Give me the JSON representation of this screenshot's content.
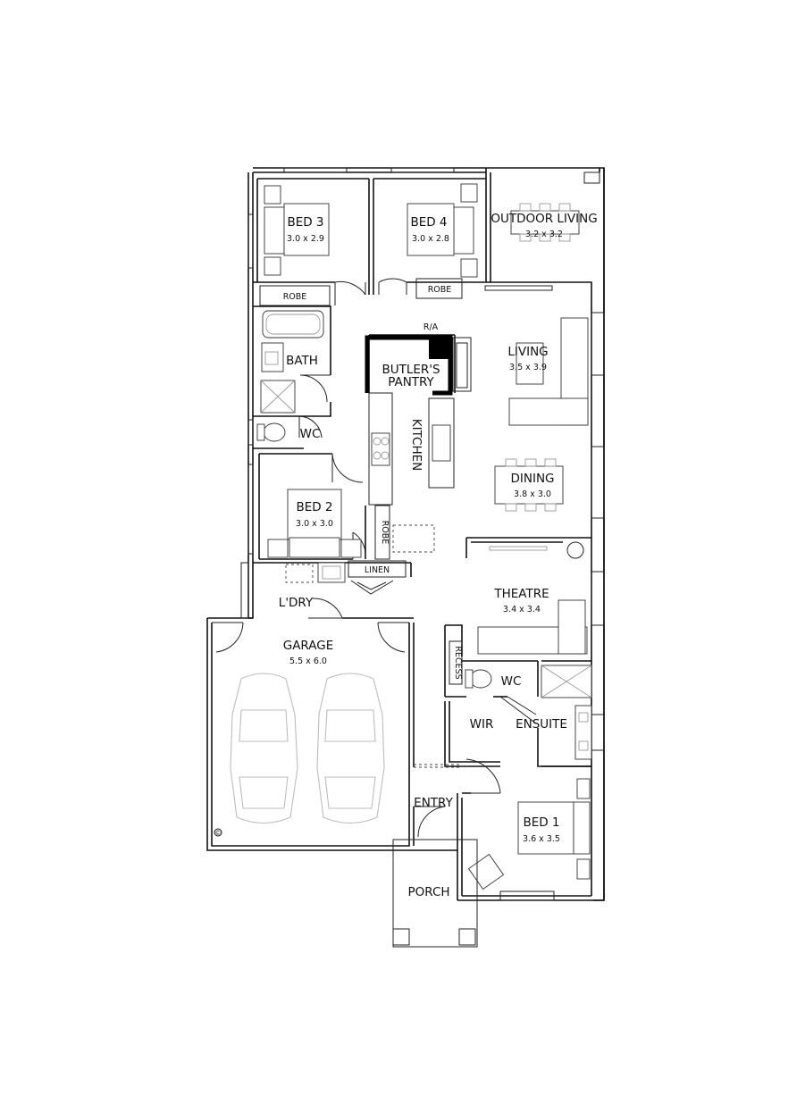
{
  "rooms": {
    "bed3": {
      "name": "BED 3",
      "dim": "3.0 x 2.9"
    },
    "bed4": {
      "name": "BED 4",
      "dim": "3.0 x 2.8"
    },
    "outdoor": {
      "name": "OUTDOOR LIVING",
      "dim": "3.2 x 3.2"
    },
    "living": {
      "name": "LIVING",
      "dim": "3.5 x 3.9"
    },
    "dining": {
      "name": "DINING",
      "dim": "3.8 x 3.0"
    },
    "theatre": {
      "name": "THEATRE",
      "dim": "3.4 x 3.4"
    },
    "bed2": {
      "name": "BED 2",
      "dim": "3.0 x 3.0"
    },
    "garage": {
      "name": "GARAGE",
      "dim": "5.5 x 6.0"
    },
    "bed1": {
      "name": "BED 1",
      "dim": "3.6 x 3.5"
    },
    "bath": {
      "name": "BATH"
    },
    "wc_left": {
      "name": "WC"
    },
    "wc_right": {
      "name": "WC"
    },
    "kitchen": {
      "name": "KITCHEN"
    },
    "butlers_line1": {
      "name": "BUTLER'S"
    },
    "butlers_line2": {
      "name": "PANTRY"
    },
    "laundry": {
      "name": "L'DRY"
    },
    "entry": {
      "name": "ENTRY"
    },
    "porch": {
      "name": "PORCH"
    },
    "wir": {
      "name": "WIR"
    },
    "ensuite": {
      "name": "ENSUITE"
    }
  },
  "labels": {
    "robe_bed3": "ROBE",
    "robe_bed4": "ROBE",
    "robe_bed2": "ROBE",
    "linen": "LINEN",
    "recess": "RECESS",
    "ra": "R/A",
    "copyright": "©"
  }
}
